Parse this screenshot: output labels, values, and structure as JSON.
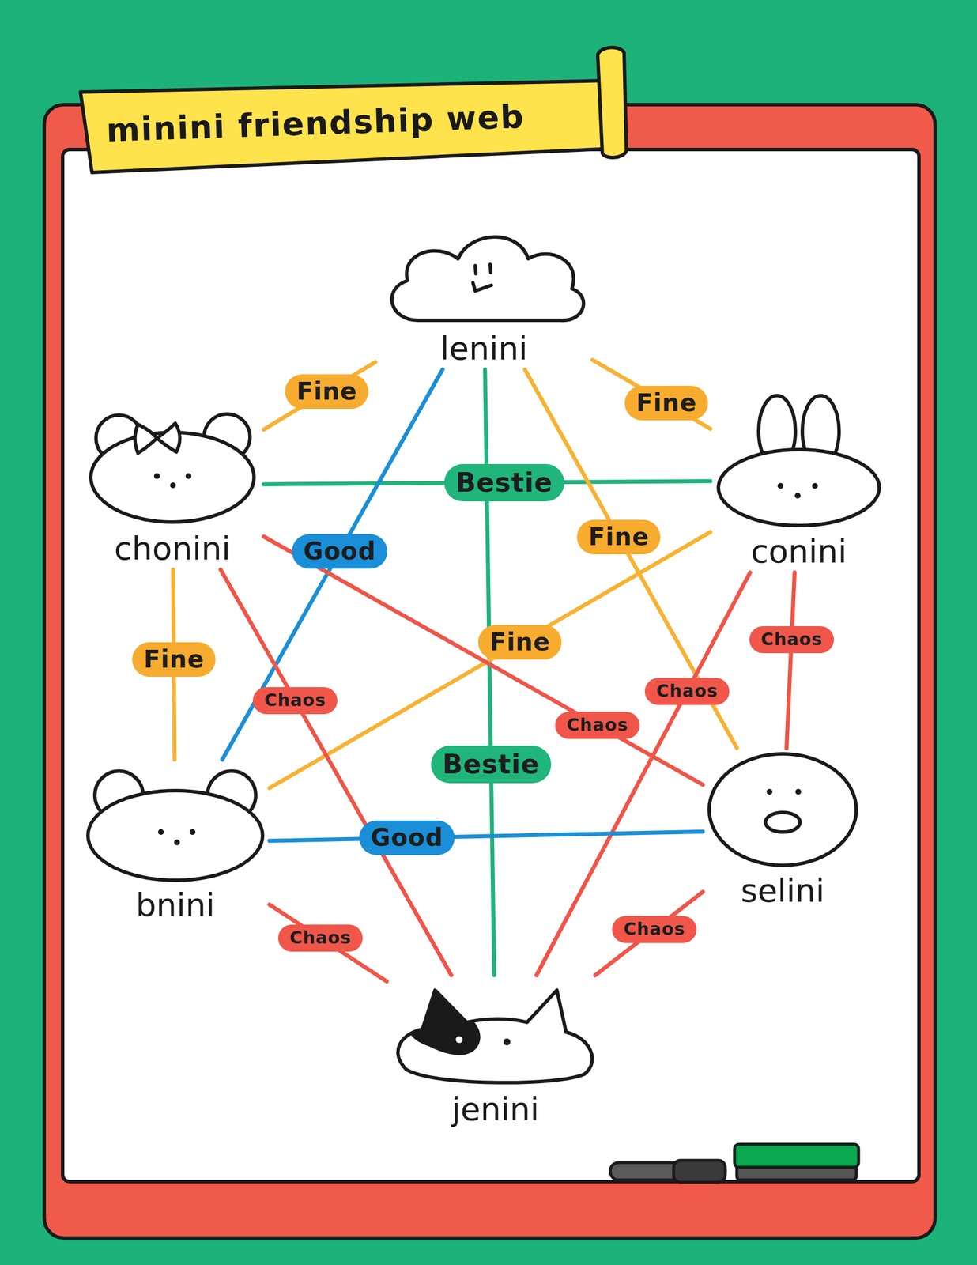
{
  "diagram": {
    "title": "minini friendship web",
    "nodes": [
      {
        "text": [
          "lenini"
        ]
      },
      {
        "text": [
          "chonini"
        ]
      },
      {
        "text": [
          "conini"
        ]
      },
      {
        "text": [
          "bnini"
        ]
      },
      {
        "text": [
          "selini"
        ]
      },
      {
        "text": [
          "jenini"
        ]
      }
    ],
    "edges": [
      {
        "from": 0,
        "to": 1,
        "label": "Fine",
        "arrow": "none"
      },
      {
        "from": 0,
        "to": 2,
        "label": "Fine",
        "arrow": "none"
      },
      {
        "from": 1,
        "to": 2,
        "label": "Bestie",
        "arrow": "none"
      },
      {
        "from": 0,
        "to": 3,
        "label": "Good",
        "arrow": "none"
      },
      {
        "from": 0,
        "to": 5,
        "label": "Bestie",
        "arrow": "none"
      },
      {
        "from": 0,
        "to": 4,
        "label": "Fine",
        "arrow": "none"
      },
      {
        "from": 2,
        "to": 3,
        "label": "Fine",
        "arrow": "none"
      },
      {
        "from": 1,
        "to": 3,
        "label": "Fine",
        "arrow": "none"
      },
      {
        "from": 1,
        "to": 4,
        "label": "Chaos",
        "arrow": "none"
      },
      {
        "from": 1,
        "to": 5,
        "label": "Chaos",
        "arrow": "none"
      },
      {
        "from": 2,
        "to": 5,
        "label": "Chaos",
        "arrow": "none"
      },
      {
        "from": 2,
        "to": 4,
        "label": "Chaos",
        "arrow": "none"
      },
      {
        "from": 3,
        "to": 4,
        "label": "Good",
        "arrow": "none"
      },
      {
        "from": 3,
        "to": 5,
        "label": "Chaos",
        "arrow": "none"
      },
      {
        "from": 4,
        "to": 5,
        "label": "Chaos",
        "arrow": "none"
      }
    ]
  }
}
